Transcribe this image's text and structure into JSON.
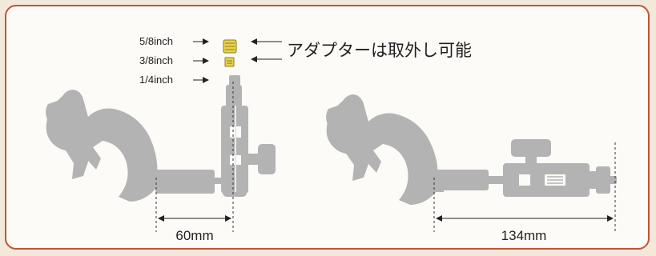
{
  "adapters": {
    "label_5_8": "5/8inch",
    "label_3_8": "3/8inch",
    "label_1_4": "1/4inch",
    "note": "アダプターは取外し可能"
  },
  "dimensions": {
    "left_width": "60mm",
    "right_width": "134mm"
  },
  "colors": {
    "border": "#c3523a",
    "clamp_gray": "#b3b3b3",
    "adapter_yellow": "#e8d44a",
    "background": "#fdfbf7"
  }
}
